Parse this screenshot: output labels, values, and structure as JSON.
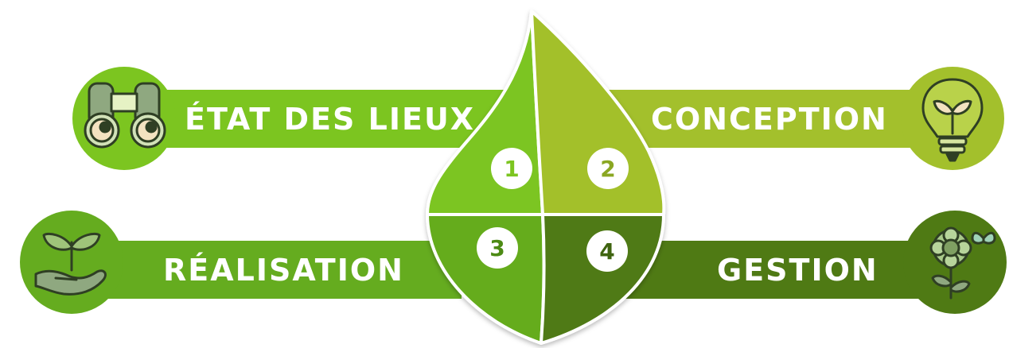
{
  "colors": {
    "stage1": "#7cc520",
    "stage2": "#a3c02c",
    "stage3": "#65ac1f",
    "stage4": "#4f7a14",
    "icon_light": "#e6f2c4",
    "icon_dark": "#2f3f24"
  },
  "stages": [
    {
      "number": "1",
      "label": "ÉTAT DES LIEUX",
      "icon": "binoculars-icon"
    },
    {
      "number": "2",
      "label": "CONCEPTION",
      "icon": "lightbulb-sprout-icon"
    },
    {
      "number": "3",
      "label": "RÉALISATION",
      "icon": "hand-plant-icon"
    },
    {
      "number": "4",
      "label": "GESTION",
      "icon": "flower-butterfly-icon"
    }
  ]
}
